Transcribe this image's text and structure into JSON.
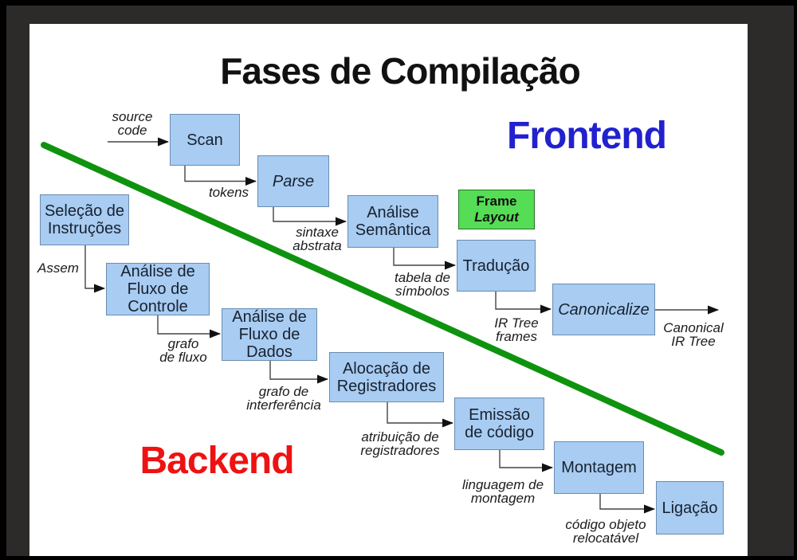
{
  "page": {
    "title": "Fases de Compilação",
    "regions": {
      "frontend": "Frontend",
      "backend": "Backend"
    }
  },
  "nodes": {
    "scan": {
      "label": "Scan"
    },
    "parse": {
      "label": "Parse"
    },
    "analise_semantica": {
      "label": "Análise\nSemântica"
    },
    "frame_layout": {
      "line1": "Frame",
      "line2": "Layout"
    },
    "traducao": {
      "label": "Tradução"
    },
    "canonicalize": {
      "label": "Canonicalize"
    },
    "selecao_instrucoes": {
      "label": "Seleção de\nInstruções"
    },
    "analise_fluxo_controle": {
      "label": "Análise de\nFluxo de\nControle"
    },
    "analise_fluxo_dados": {
      "label": "Análise de\nFluxo de\nDados"
    },
    "alocacao_registradores": {
      "label": "Alocação de\nRegistradores"
    },
    "emissao_codigo": {
      "label": "Emissão\nde código"
    },
    "montagem": {
      "label": "Montagem"
    },
    "ligacao": {
      "label": "Ligação"
    }
  },
  "edge_labels": {
    "source_code": "source\ncode",
    "tokens": "tokens",
    "sintaxe_abstrata": "sintaxe\nabstrata",
    "tabela_simbolos": "tabela de\nsímbolos",
    "ir_tree_frames": "IR Tree\nframes",
    "canonical_ir_tree": "Canonical\nIR Tree",
    "assem": "Assem",
    "grafo_fluxo": "grafo\nde fluxo",
    "grafo_interferencia": "grafo de\ninterferência",
    "atribuicao_registradores": "atribuição de\nregistradores",
    "linguagem_montagem": "linguagem de\nmontagem",
    "codigo_objeto": "código objeto\nrelocatável"
  },
  "colors": {
    "node_fill": "#a8ccf2",
    "node_border": "#6b8cae",
    "frame_layout_fill": "#55dd55",
    "frontend_text": "#2121cf",
    "backend_text": "#ee1212",
    "divider_green": "#0f930f",
    "connector": "#444444",
    "page_bg": "#ffffff",
    "frame_bg": "#2d2b2a"
  }
}
